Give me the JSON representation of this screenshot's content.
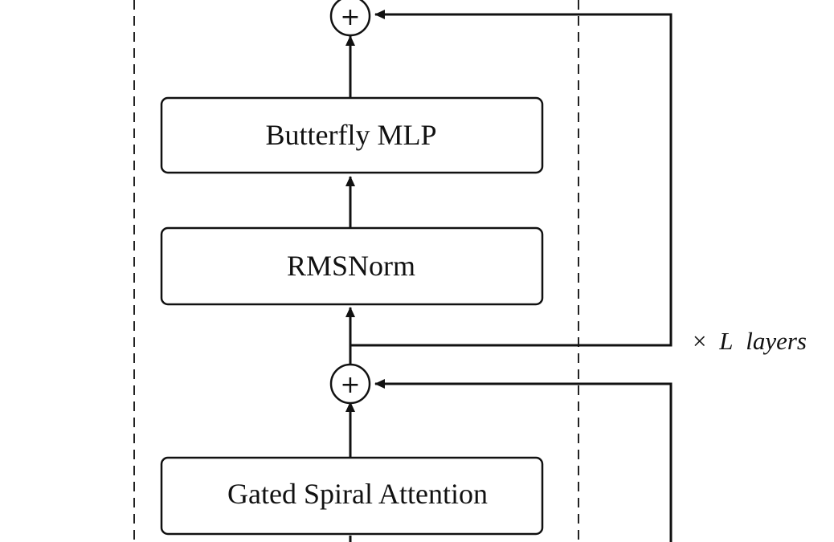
{
  "diagram": {
    "blocks": {
      "mlp": "Butterfly MLP",
      "norm": "RMSNorm",
      "attention": "Gated Spiral Attention"
    },
    "residual_adds": {
      "top": "+",
      "middle": "+"
    },
    "repeat_label": {
      "times": "×",
      "symbol": "L",
      "unit": "layers"
    }
  }
}
